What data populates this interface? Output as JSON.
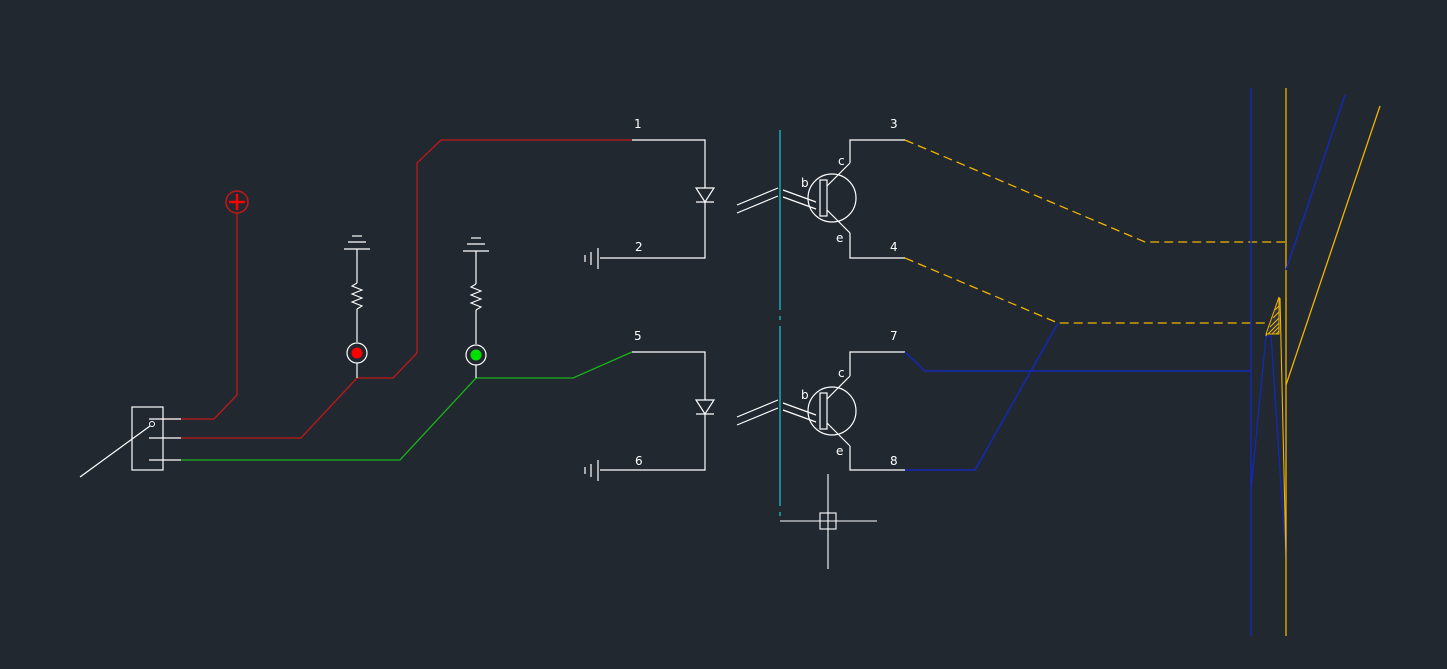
{
  "colors": {
    "background": "#212830",
    "circuit": "#ffffff",
    "positive_wire": "#c01818",
    "green_wire": "#19b219",
    "optical_axis": "#19c8d2",
    "yellow_wire": "#f0b400",
    "blue_wire": "#1428b4",
    "red_lamp": "#ff0000",
    "green_lamp": "#00e000"
  },
  "pins": {
    "p1": "1",
    "p2": "2",
    "p3": "3",
    "p4": "4",
    "p5": "5",
    "p6": "6",
    "p7": "7",
    "p8": "8"
  },
  "transistor_upper": {
    "collector": "c",
    "base": "b",
    "emitter": "e"
  },
  "transistor_lower": {
    "collector": "c",
    "base": "b",
    "emitter": "e"
  },
  "icons": [
    "plus-terminal-icon",
    "ground-icon",
    "resistor-icon",
    "lamp-icon",
    "diode-icon",
    "phototransistor-icon",
    "crosshair-cursor-icon"
  ]
}
